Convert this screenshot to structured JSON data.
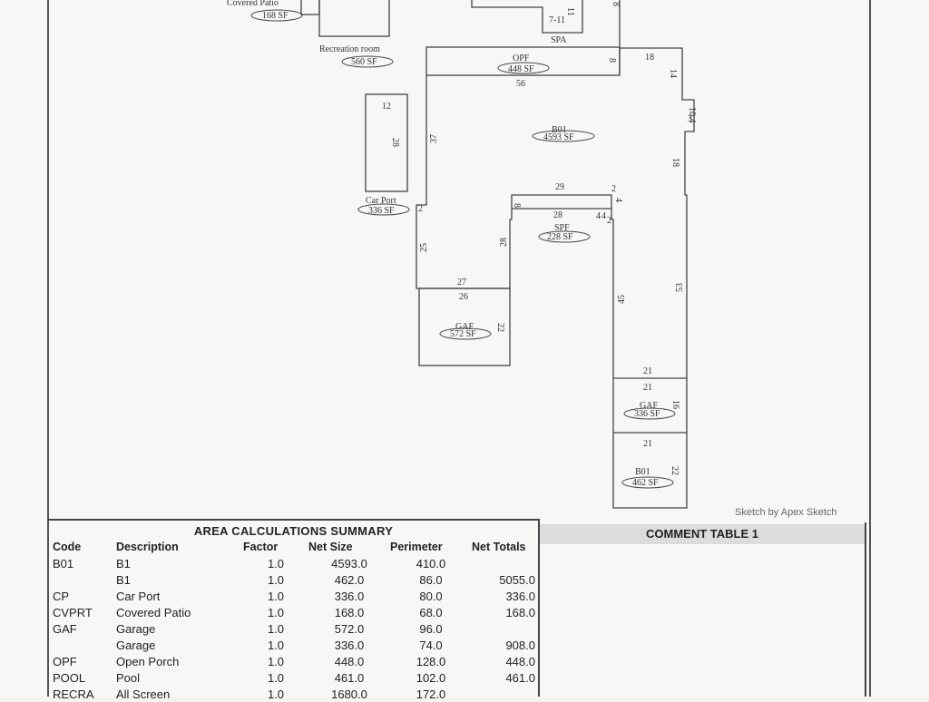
{
  "sketch": {
    "credit": "Sketch by Apex Sketch",
    "areas": [
      {
        "code": "Covered Patio",
        "sf": "168 SF"
      },
      {
        "code": "Recreation room",
        "sf": "560 SF"
      },
      {
        "code": "SPA",
        "sf": ""
      },
      {
        "code": "OPF",
        "sf": "448 SF"
      },
      {
        "code": "B01",
        "sf": "4593 SF"
      },
      {
        "code": "Car Port",
        "sf": "336 SF"
      },
      {
        "code": "SPF",
        "sf": "228 SF"
      },
      {
        "code": "GAF",
        "sf": "572 SF"
      },
      {
        "code": "GAF",
        "sf": "336 SF"
      },
      {
        "code": "B01",
        "sf": "462 SF"
      }
    ],
    "dims": [
      "7-11",
      "11",
      "8",
      "18",
      "56",
      "14",
      "12",
      "28",
      "37",
      "10.4",
      "3",
      "18",
      "29",
      "8",
      "28",
      "4",
      "4",
      "2",
      "25",
      "28",
      "27",
      "26",
      "22",
      "45",
      "53",
      "21",
      "21",
      "16",
      "21",
      "22",
      "8",
      "2",
      "4",
      "2"
    ]
  },
  "summary": {
    "title": "AREA CALCULATIONS SUMMARY",
    "headers": [
      "Code",
      "Description",
      "Factor",
      "Net Size",
      "Perimeter",
      "Net Totals"
    ],
    "rows": [
      [
        "B01",
        "B1",
        "1.0",
        "4593.0",
        "410.0",
        ""
      ],
      [
        "",
        "B1",
        "1.0",
        "462.0",
        "86.0",
        "5055.0"
      ],
      [
        "CP",
        "Car Port",
        "1.0",
        "336.0",
        "80.0",
        "336.0"
      ],
      [
        "CVPRT",
        "Covered Patio",
        "1.0",
        "168.0",
        "68.0",
        "168.0"
      ],
      [
        "GAF",
        "Garage",
        "1.0",
        "572.0",
        "96.0",
        ""
      ],
      [
        "",
        "Garage",
        "1.0",
        "336.0",
        "74.0",
        "908.0"
      ],
      [
        "OPF",
        "Open Porch",
        "1.0",
        "448.0",
        "128.0",
        "448.0"
      ],
      [
        "POOL",
        "Pool",
        "1.0",
        "461.0",
        "102.0",
        "461.0"
      ],
      [
        "RECRA",
        "All Screen",
        "1.0",
        "1680.0",
        "172.0",
        ""
      ]
    ]
  },
  "comment": {
    "title": "COMMENT TABLE 1"
  }
}
